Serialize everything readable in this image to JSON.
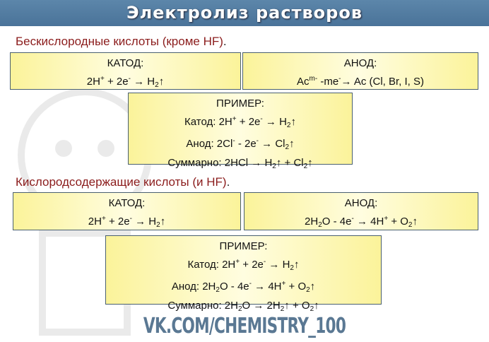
{
  "title": "Электролиз растворов",
  "section1": {
    "heading": "Бескислородные кислоты (кроме HF)",
    "period": ".",
    "cathode": {
      "label": "КАТОД:",
      "eq": [
        [
          "2H",
          ""
        ],
        [
          "+",
          "sup"
        ],
        [
          " + 2e",
          ""
        ],
        [
          "-",
          "sup"
        ],
        [
          " → H",
          ""
        ],
        [
          "2",
          "sub"
        ],
        [
          "↑",
          ""
        ]
      ]
    },
    "anode": {
      "label": "АНОД:",
      "eq": [
        [
          "Ac",
          ""
        ],
        [
          "m-",
          "sup"
        ],
        [
          " -me",
          ""
        ],
        [
          "-",
          "sup"
        ],
        [
          "→ Ac (Cl, Br, I, S)",
          ""
        ]
      ]
    },
    "example": {
      "label": "ПРИМЕР:",
      "lines": [
        [
          [
            "Катод: 2H",
            ""
          ],
          [
            "+",
            "sup"
          ],
          [
            " + 2e",
            ""
          ],
          [
            "-",
            "sup"
          ],
          [
            " → H",
            ""
          ],
          [
            "2",
            "sub"
          ],
          [
            "↑",
            ""
          ]
        ],
        [
          [
            "Анод: 2Cl",
            ""
          ],
          [
            "-",
            "sup"
          ],
          [
            " - 2e",
            ""
          ],
          [
            "-",
            "sup"
          ],
          [
            " → Cl",
            ""
          ],
          [
            "2",
            "sub"
          ],
          [
            "↑",
            ""
          ]
        ],
        [
          [
            "Суммарно: 2HCl → H",
            ""
          ],
          [
            "2",
            "sub"
          ],
          [
            "↑ + Cl",
            ""
          ],
          [
            "2",
            "sub"
          ],
          [
            "↑",
            ""
          ]
        ]
      ]
    }
  },
  "section2": {
    "heading": "Кислородсодержащие кислоты (и HF)",
    "period": ".",
    "cathode": {
      "label": "КАТОД:",
      "eq": [
        [
          "2H",
          ""
        ],
        [
          "+",
          "sup"
        ],
        [
          " + 2e",
          ""
        ],
        [
          "-",
          "sup"
        ],
        [
          " → H",
          ""
        ],
        [
          "2",
          "sub"
        ],
        [
          "↑",
          ""
        ]
      ]
    },
    "anode": {
      "label": "АНОД:",
      "eq": [
        [
          "2H",
          ""
        ],
        [
          "2",
          "sub"
        ],
        [
          "O - 4e",
          ""
        ],
        [
          "-",
          "sup"
        ],
        [
          " → 4H",
          ""
        ],
        [
          "+",
          "sup"
        ],
        [
          " + O",
          ""
        ],
        [
          "2",
          "sub"
        ],
        [
          "↑",
          ""
        ]
      ]
    },
    "example": {
      "label": "ПРИМЕР:",
      "lines": [
        [
          [
            "Катод: 2H",
            ""
          ],
          [
            "+",
            "sup"
          ],
          [
            " + 2e",
            ""
          ],
          [
            "-",
            "sup"
          ],
          [
            " → H",
            ""
          ],
          [
            "2",
            "sub"
          ],
          [
            "↑",
            ""
          ]
        ],
        [
          [
            "Анод: 2H",
            ""
          ],
          [
            "2",
            "sub"
          ],
          [
            "O - 4e",
            ""
          ],
          [
            "-",
            "sup"
          ],
          [
            " → 4H",
            ""
          ],
          [
            "+",
            "sup"
          ],
          [
            " + O",
            ""
          ],
          [
            "2",
            "sub"
          ],
          [
            "↑",
            ""
          ]
        ],
        [
          [
            "Суммарно: 2H",
            ""
          ],
          [
            "2",
            "sub"
          ],
          [
            "O → 2H",
            ""
          ],
          [
            "2",
            "sub"
          ],
          [
            "↑ + O",
            ""
          ],
          [
            "2",
            "sub"
          ],
          [
            "↑",
            ""
          ]
        ]
      ]
    }
  },
  "footer": "VK.COM/CHEMISTRY_100"
}
